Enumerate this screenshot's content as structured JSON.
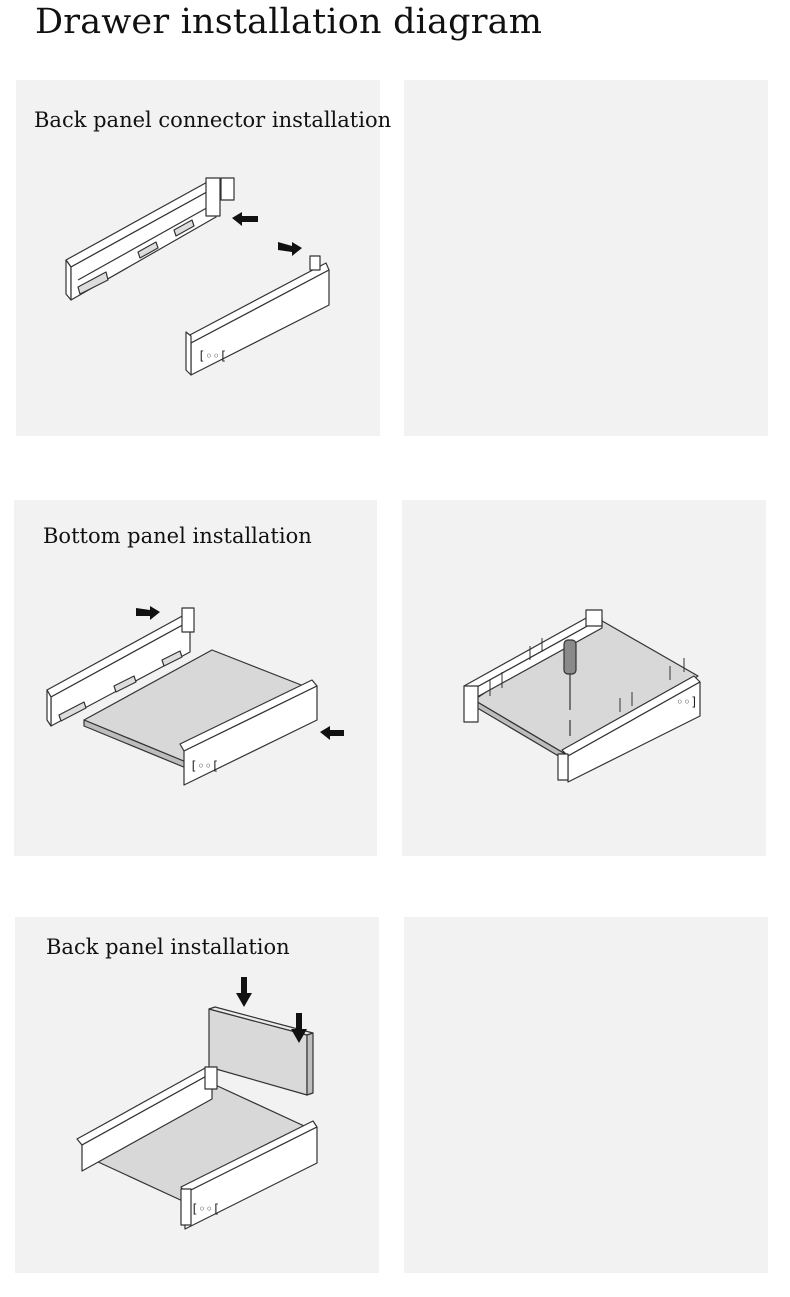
{
  "page": {
    "title": "Drawer installation diagram"
  },
  "steps": [
    {
      "title": "Back panel connector installation"
    },
    {
      "title": "Bottom panel installation"
    },
    {
      "title": "Back panel installation"
    }
  ]
}
